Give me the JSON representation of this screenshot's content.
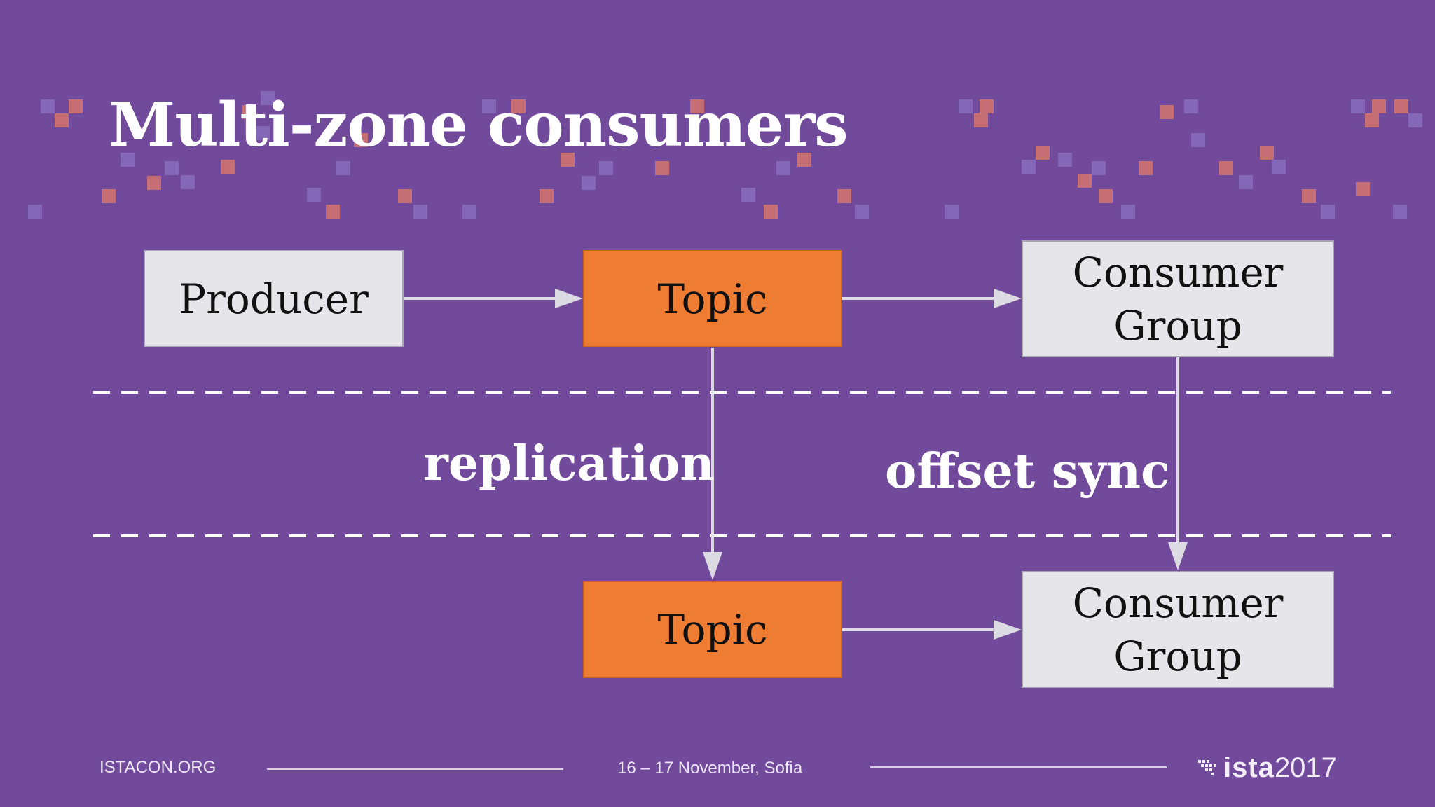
{
  "slide": {
    "title": "Multi-zone consumers"
  },
  "diagram": {
    "nodes": {
      "producer": "Producer",
      "topic_top": "Topic",
      "consumer_group_top": "Consumer Group",
      "topic_bottom": "Topic",
      "consumer_group_bottom": "Consumer Group"
    },
    "edge_labels": {
      "replication": "replication",
      "offset_sync": "offset sync"
    }
  },
  "footer": {
    "website": "ISTACON.ORG",
    "event_dates": "16 – 17 November, Sofia",
    "logo_mark": "ista",
    "logo_year": "2017"
  },
  "colors": {
    "background": "#724a9c",
    "topic_box": "#ee7c33",
    "neutral_box": "#e6e6ea",
    "arrow": "#dcdae2",
    "pixel_orange": "#d9786a",
    "pixel_lilac": "#8d73c4"
  }
}
